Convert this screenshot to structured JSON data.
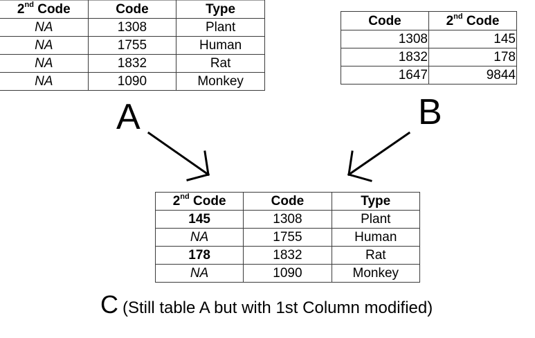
{
  "table_a": {
    "label": "A",
    "headers": [
      {
        "main": "2",
        "sup": "nd",
        "rest": " Code"
      },
      {
        "main": "Code",
        "sup": "",
        "rest": ""
      },
      {
        "main": "Type",
        "sup": "",
        "rest": ""
      }
    ],
    "rows": [
      [
        "NA",
        "1308",
        "Plant"
      ],
      [
        "NA",
        "1755",
        "Human"
      ],
      [
        "NA",
        "1832",
        "Rat"
      ],
      [
        "NA",
        "1090",
        "Monkey"
      ]
    ]
  },
  "table_b": {
    "label": "B",
    "headers": [
      {
        "main": "Code",
        "sup": "",
        "rest": ""
      },
      {
        "main": "2",
        "sup": "nd",
        "rest": " Code"
      }
    ],
    "rows": [
      [
        "1308",
        "145"
      ],
      [
        "1832",
        "178"
      ],
      [
        "1647",
        "9844"
      ]
    ]
  },
  "table_c": {
    "label": "C",
    "headers": [
      {
        "main": "2",
        "sup": "nd",
        "rest": " Code"
      },
      {
        "main": "Code",
        "sup": "",
        "rest": ""
      },
      {
        "main": "Type",
        "sup": "",
        "rest": ""
      }
    ],
    "rows": [
      [
        "145",
        "1308",
        "Plant"
      ],
      [
        "NA",
        "1755",
        "Human"
      ],
      [
        "178",
        "1832",
        "Rat"
      ],
      [
        "NA",
        "1090",
        "Monkey"
      ]
    ],
    "first_col_style": [
      "bold",
      "italic",
      "bold",
      "italic"
    ]
  },
  "caption": {
    "letter": "C",
    "text": "(Still table A but with 1st Column modified)"
  },
  "colors": {
    "text": "#000000",
    "border": "#3a3a3a",
    "background": "#ffffff"
  }
}
